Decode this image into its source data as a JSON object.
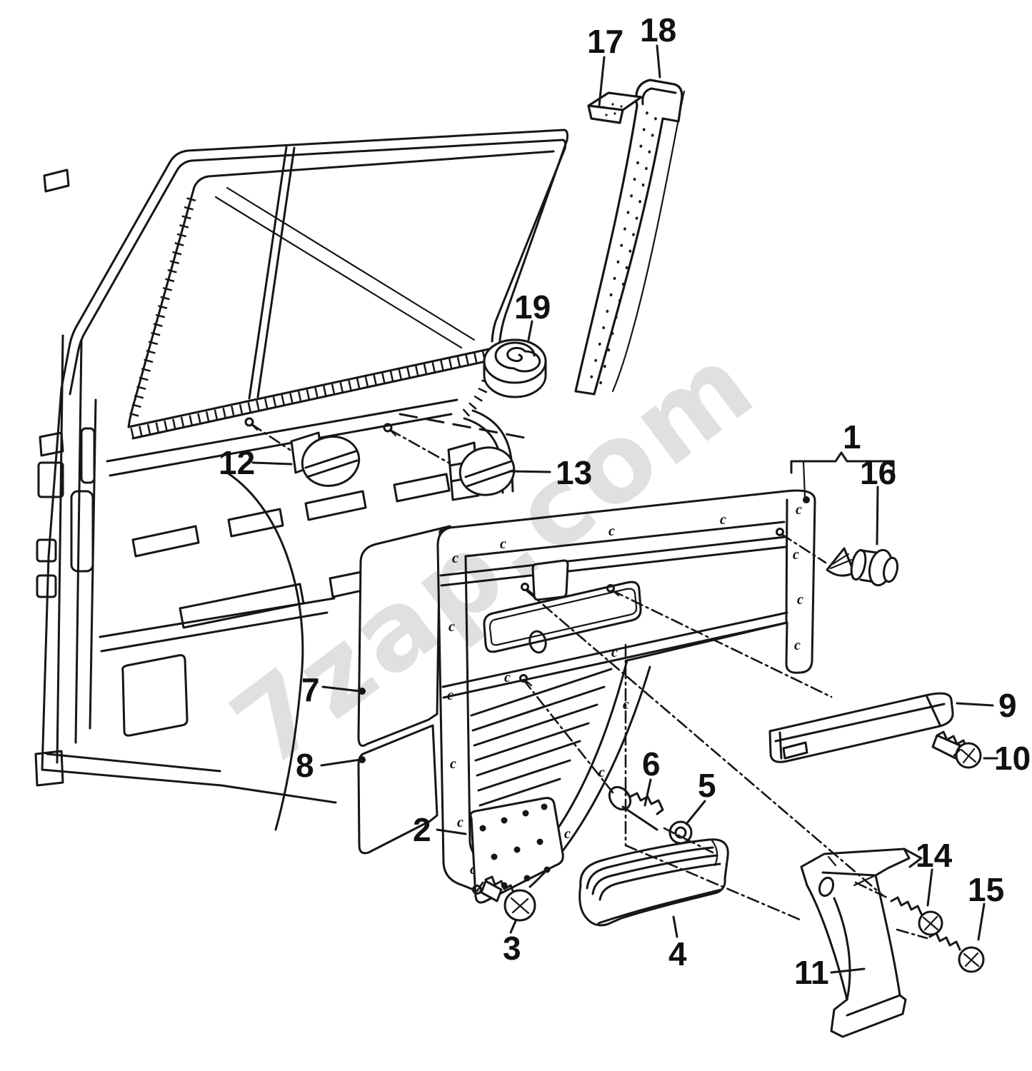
{
  "diagram": {
    "watermark": "7zap.com",
    "hole_marker": "c",
    "callouts": [
      {
        "id": "1",
        "label": "1"
      },
      {
        "id": "2",
        "label": "2"
      },
      {
        "id": "3",
        "label": "3"
      },
      {
        "id": "4",
        "label": "4"
      },
      {
        "id": "5",
        "label": "5"
      },
      {
        "id": "6",
        "label": "6"
      },
      {
        "id": "7",
        "label": "7"
      },
      {
        "id": "8",
        "label": "8"
      },
      {
        "id": "9",
        "label": "9"
      },
      {
        "id": "10",
        "label": "10"
      },
      {
        "id": "11",
        "label": "11"
      },
      {
        "id": "12",
        "label": "12"
      },
      {
        "id": "13",
        "label": "13"
      },
      {
        "id": "14",
        "label": "14"
      },
      {
        "id": "15",
        "label": "15"
      },
      {
        "id": "16",
        "label": "16"
      },
      {
        "id": "17",
        "label": "17"
      },
      {
        "id": "18",
        "label": "18"
      },
      {
        "id": "19",
        "label": "19"
      }
    ]
  }
}
